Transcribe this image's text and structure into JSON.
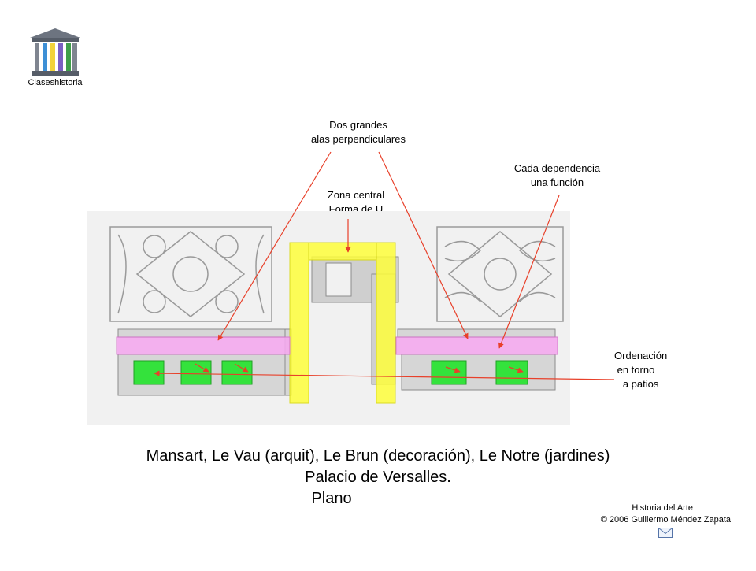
{
  "branding": {
    "logo_label": "Claseshistoria"
  },
  "annotations": {
    "dos_grandes": [
      "Dos grandes",
      "alas perpendiculares"
    ],
    "zona_central": [
      "Zona central",
      "Forma de U"
    ],
    "cada_dependencia": [
      "Cada dependencia",
      "una función"
    ],
    "ordenacion": [
      "Ordenación",
      " en torno",
      "   a patios"
    ]
  },
  "caption": {
    "line1": "Mansart, Le Vau (arquit), Le Brun (decoración), Le Notre (jardines)",
    "line2": "Palacio de Versalles.",
    "line3": "Plano"
  },
  "footer": {
    "line1": "Historia del Arte",
    "line2": "© 2006 Guillermo Méndez Zapata"
  },
  "colors": {
    "arrow": "#e8402a",
    "central_u": "#ffff3c",
    "wings": "#f4a9ee",
    "patios": "#34e23c",
    "plan_bg": "#efefef"
  },
  "icons": {
    "logo": "greek-temple-icon",
    "mail": "envelope-icon"
  }
}
